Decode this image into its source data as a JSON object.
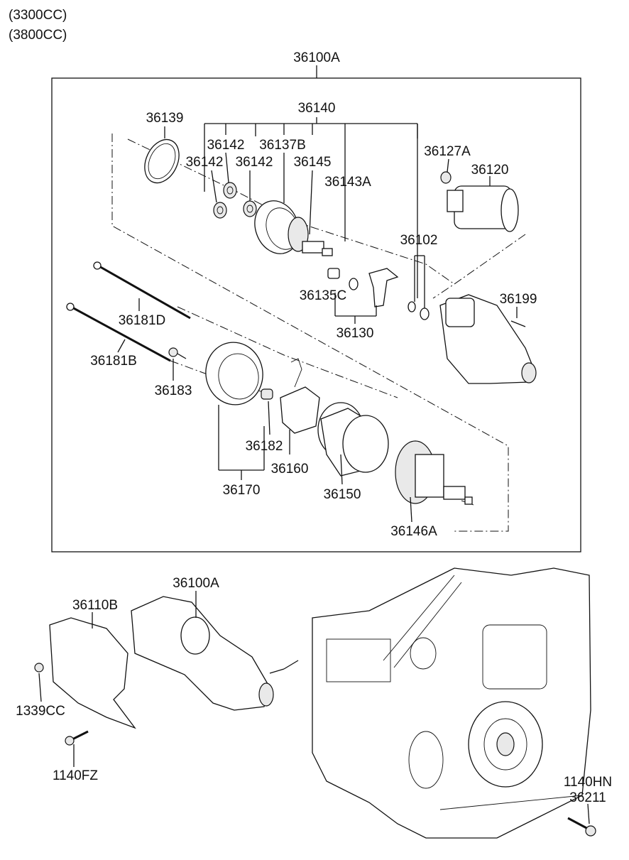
{
  "header": {
    "engine_1": "(3300CC)",
    "engine_2": "(3800CC)"
  },
  "labels": {
    "p36100A_top": "36100A",
    "p36139": "36139",
    "p36140": "36140",
    "p36142_a": "36142",
    "p36137B": "36137B",
    "p36142_b": "36142",
    "p36142_c": "36142",
    "p36145": "36145",
    "p36143A": "36143A",
    "p36127A": "36127A",
    "p36120": "36120",
    "p36102": "36102",
    "p36135C": "36135C",
    "p36130": "36130",
    "p36199": "36199",
    "p36181D": "36181D",
    "p36181B": "36181B",
    "p36183": "36183",
    "p36182": "36182",
    "p36160": "36160",
    "p36170": "36170",
    "p36150": "36150",
    "p36146A": "36146A",
    "p36100A_bottom": "36100A",
    "p36110B": "36110B",
    "p1339CC": "1339CC",
    "p1140FZ": "1140FZ",
    "p1140HN": "1140HN",
    "p36211": "36211"
  }
}
